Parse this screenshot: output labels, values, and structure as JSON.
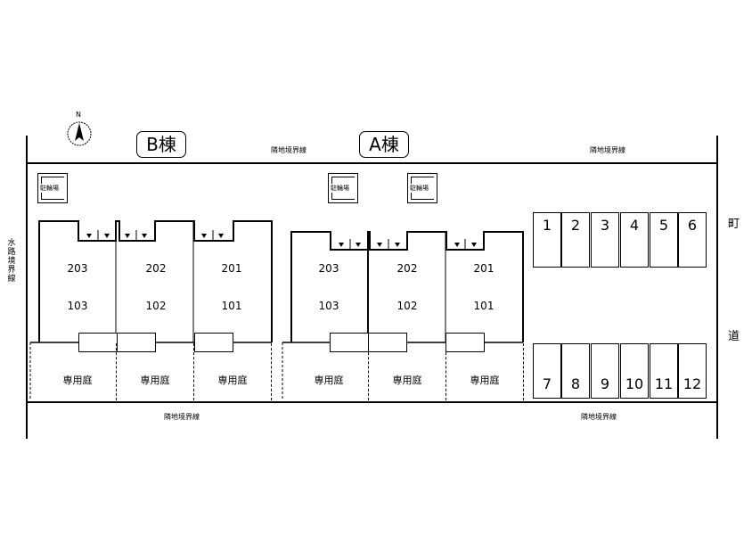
{
  "north_label": "N",
  "building_b_label": "B棟",
  "building_a_label": "A棟",
  "boundary_neighbor": "隣地境界線",
  "boundary_waterway": "水路境界線",
  "road_label_1": "町",
  "road_label_2": "道",
  "bike_parking": "駐輪場",
  "private_garden": "専用庭",
  "building_b": {
    "upper": [
      "203",
      "202",
      "201"
    ],
    "lower": [
      "103",
      "102",
      "101"
    ]
  },
  "building_a": {
    "upper": [
      "203",
      "202",
      "201"
    ],
    "lower": [
      "103",
      "102",
      "101"
    ]
  },
  "parking_top": [
    "1",
    "2",
    "3",
    "4",
    "5",
    "6"
  ],
  "parking_bottom": [
    "7",
    "8",
    "9",
    "10",
    "11",
    "12"
  ]
}
